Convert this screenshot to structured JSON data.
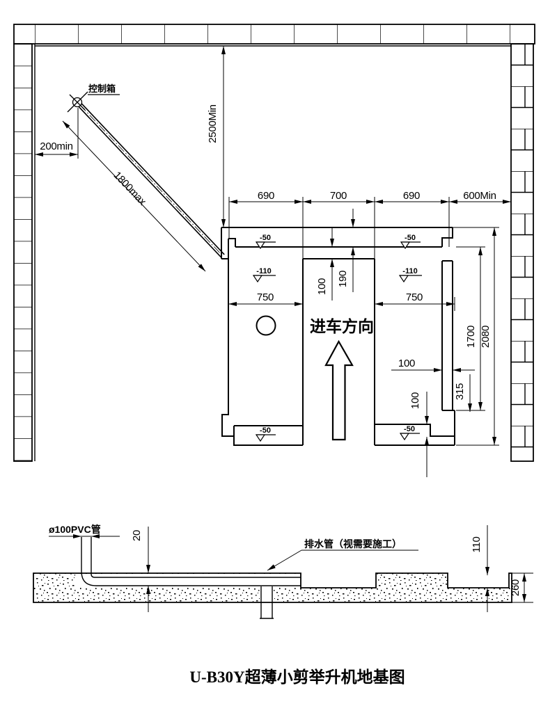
{
  "plan": {
    "labels": {
      "control_box": "控制箱",
      "drive_direction": "进车方向"
    },
    "dims": {
      "d200min": "200min",
      "d1800max": "1800max",
      "d2500min": "2500Min",
      "top_chain": [
        "690",
        "700",
        "690",
        "600Min"
      ],
      "d750_left": "750",
      "d750_right": "750",
      "lane_100": "100",
      "lane_190": "190",
      "right_100": "100",
      "right_315": "315",
      "shelf_100": "100",
      "right_1700": "1700",
      "right_2080": "2080"
    },
    "levels": {
      "minus50": "-50",
      "minus110": "-110"
    }
  },
  "section": {
    "pvc_label": "ø100PVC管",
    "dim_20": "20",
    "drain_label": "排水管（视需要施工）",
    "dim_110": "110",
    "dim_260": "260"
  },
  "title": "U-B30Y超薄小剪举升机地基图",
  "colors": {
    "ink": "#000000",
    "paper": "#ffffff"
  }
}
